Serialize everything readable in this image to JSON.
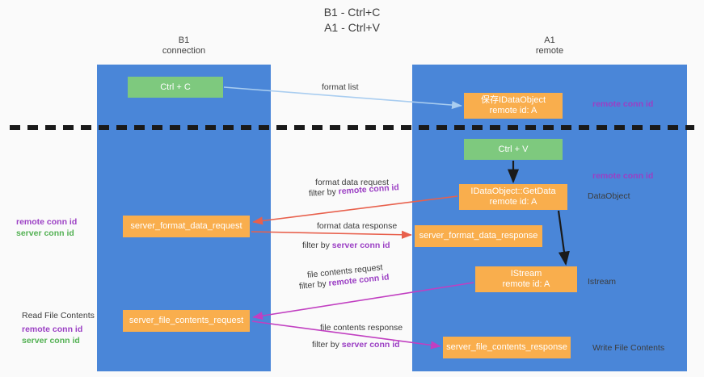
{
  "title": {
    "line1": "B1 - Ctrl+C",
    "line2": "A1 - Ctrl+V"
  },
  "lanes": [
    {
      "id": "b1",
      "name": "B1",
      "role": "connection",
      "color": "#4a86d8"
    },
    {
      "id": "a1",
      "name": "A1",
      "role": "remote",
      "color": "#4a86d8"
    }
  ],
  "nodes": {
    "ctrl_c": {
      "label": "Ctrl + C",
      "color": "#7ec97e"
    },
    "save_dataobject": {
      "line1": "保存IDataObject",
      "line2": "remote id: A",
      "color": "#f9ae4d"
    },
    "ctrl_v": {
      "label": "Ctrl + V",
      "color": "#7ec97e"
    },
    "getdata": {
      "line1": "IDataObject::GetData",
      "line2": "remote id: A",
      "color": "#f9ae4d"
    },
    "server_format_data_request": {
      "label": "server_format_data_request",
      "color": "#f9ae4d"
    },
    "server_format_data_response": {
      "label": "server_format_data_response",
      "color": "#f9ae4d"
    },
    "istream": {
      "line1": "IStream",
      "line2": "remote id: A",
      "color": "#f9ae4d"
    },
    "server_file_contents_request": {
      "label": "server_file_contents_request",
      "color": "#f9ae4d"
    },
    "server_file_contents_response": {
      "label": "server_file_contents_response",
      "color": "#f9ae4d"
    }
  },
  "edges": [
    {
      "id": "format_list",
      "label": "format list",
      "color": "#a9cdf0"
    },
    {
      "id": "format_data_request",
      "label": "format data request",
      "filter_prefix": "filter by ",
      "filter_key": "remote conn id",
      "color": "#e8604c"
    },
    {
      "id": "format_data_response",
      "label": "format data response",
      "filter_prefix": "filter by ",
      "filter_key": "server conn id",
      "color": "#e8604c"
    },
    {
      "id": "file_contents_request",
      "label": "file contents request",
      "filter_prefix": "filter by ",
      "filter_key": "remote conn id",
      "color": "#c13fc1"
    },
    {
      "id": "file_contents_response",
      "label": "file contents response",
      "filter_prefix": "filter by ",
      "filter_key": "server conn id",
      "color": "#c13fc1"
    }
  ],
  "annotations": {
    "remote_conn_id_top": "remote conn id",
    "remote_conn_id_mid": "remote conn id",
    "dataobject": "DataObject",
    "istream": "Istream",
    "write_file_contents": "Write File Contents",
    "read_file_contents": "Read File Contents",
    "left_remote_conn_id_1": "remote conn id",
    "left_server_conn_id_1": "server conn id",
    "left_remote_conn_id_2": "remote conn id",
    "left_server_conn_id_2": "server conn id"
  },
  "colors": {
    "lane": "#4a86d8",
    "green_node": "#7ec97e",
    "orange_node": "#f9ae4d",
    "purple_text": "#9b3fc4",
    "green_text": "#53b153",
    "red_arrow": "#e8604c",
    "magenta_arrow": "#c13fc1",
    "lightblue_arrow": "#a9cdf0",
    "divider": "#1a1a1a",
    "background": "#fafafa"
  }
}
